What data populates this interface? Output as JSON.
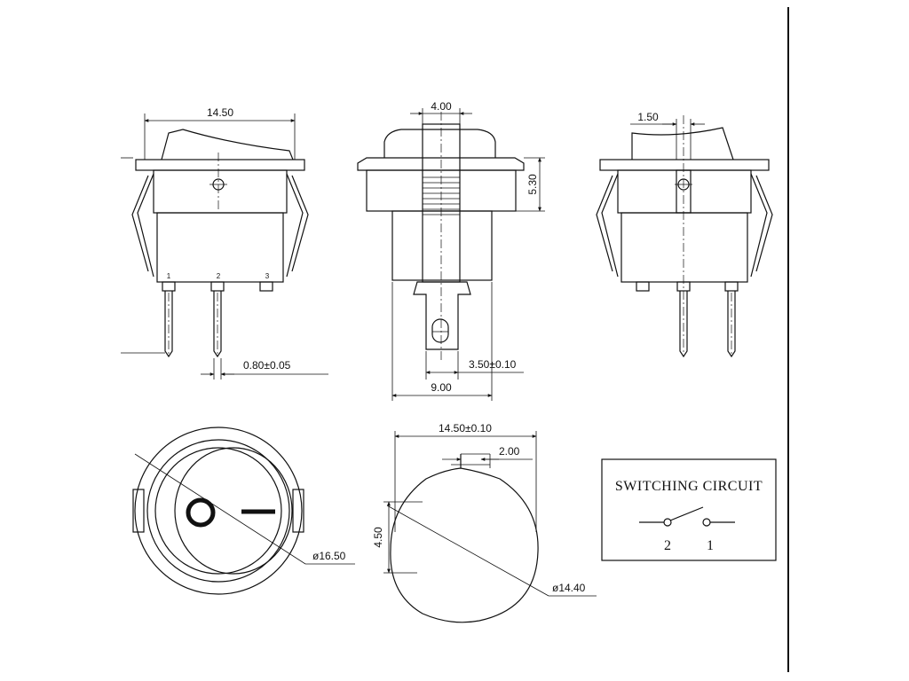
{
  "dimensions": {
    "left_width": "14.50",
    "pin_width": "0.80±0.05",
    "front_width": "4.00",
    "flange_height": "5.30",
    "tab_width": "3.50±0.10",
    "depth": "9.00",
    "right_offset": "1.50",
    "bezel_diameter": "ø16.50",
    "cutout_width": "14.50±0.10",
    "key_width": "2.00",
    "key_height": "4.50",
    "cutout_diameter": "ø14.40"
  },
  "pin_numbers": [
    "1",
    "2",
    "3"
  ],
  "circuit": {
    "title": "SWITCHING CIRCUIT",
    "terminal_a": "2",
    "terminal_b": "1"
  }
}
